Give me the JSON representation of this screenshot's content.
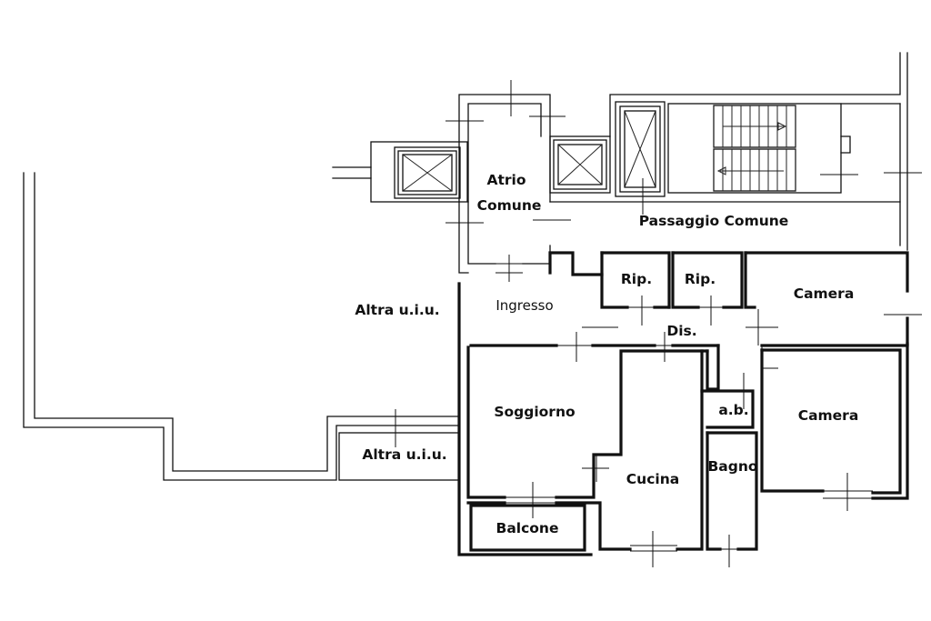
{
  "rooms": {
    "atrio_comune": [
      "Atrio",
      "Comune"
    ],
    "passaggio_comune": "Passaggio Comune",
    "altra_uiu_left": "Altra u.i.u.",
    "altra_uiu_small": "Altra u.i.u.",
    "ingresso": "Ingresso",
    "rip_1": "Rip.",
    "rip_2": "Rip.",
    "camera_top": "Camera",
    "dis": "Dis.",
    "soggiorno": "Soggiorno",
    "ab": "a.b.",
    "camera_bottom": "Camera",
    "cucina": "Cucina",
    "bagno": "Bagno",
    "balcone": "Balcone"
  },
  "colors": {
    "line": "#111111",
    "background": "#ffffff"
  }
}
